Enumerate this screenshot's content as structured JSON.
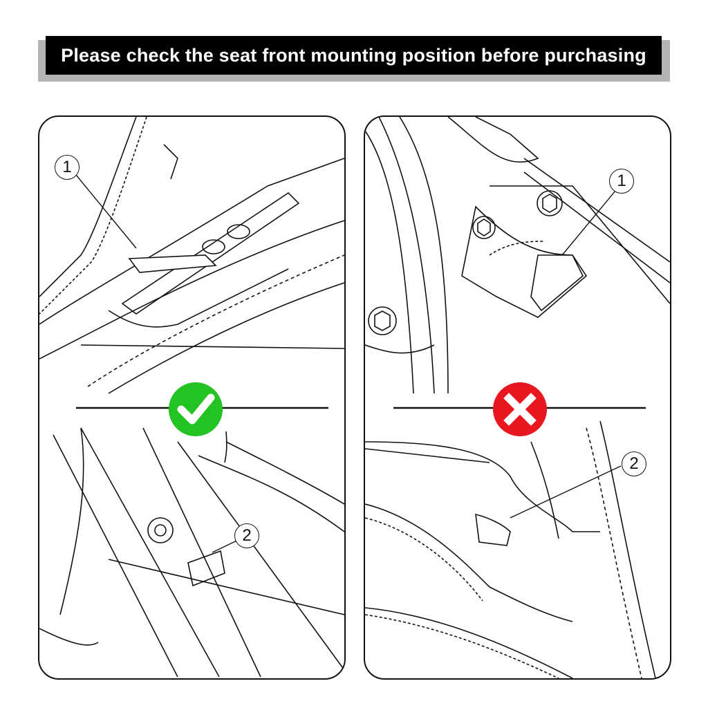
{
  "banner": {
    "text": "Please check the seat front mounting position before purchasing"
  },
  "panels": [
    {
      "status": "correct",
      "status_icon": "checkmark-icon",
      "color": "#22c322",
      "callouts": [
        "1",
        "2"
      ]
    },
    {
      "status": "incorrect",
      "status_icon": "x-mark-icon",
      "color": "#e8161e",
      "callouts": [
        "1",
        "2"
      ]
    }
  ]
}
